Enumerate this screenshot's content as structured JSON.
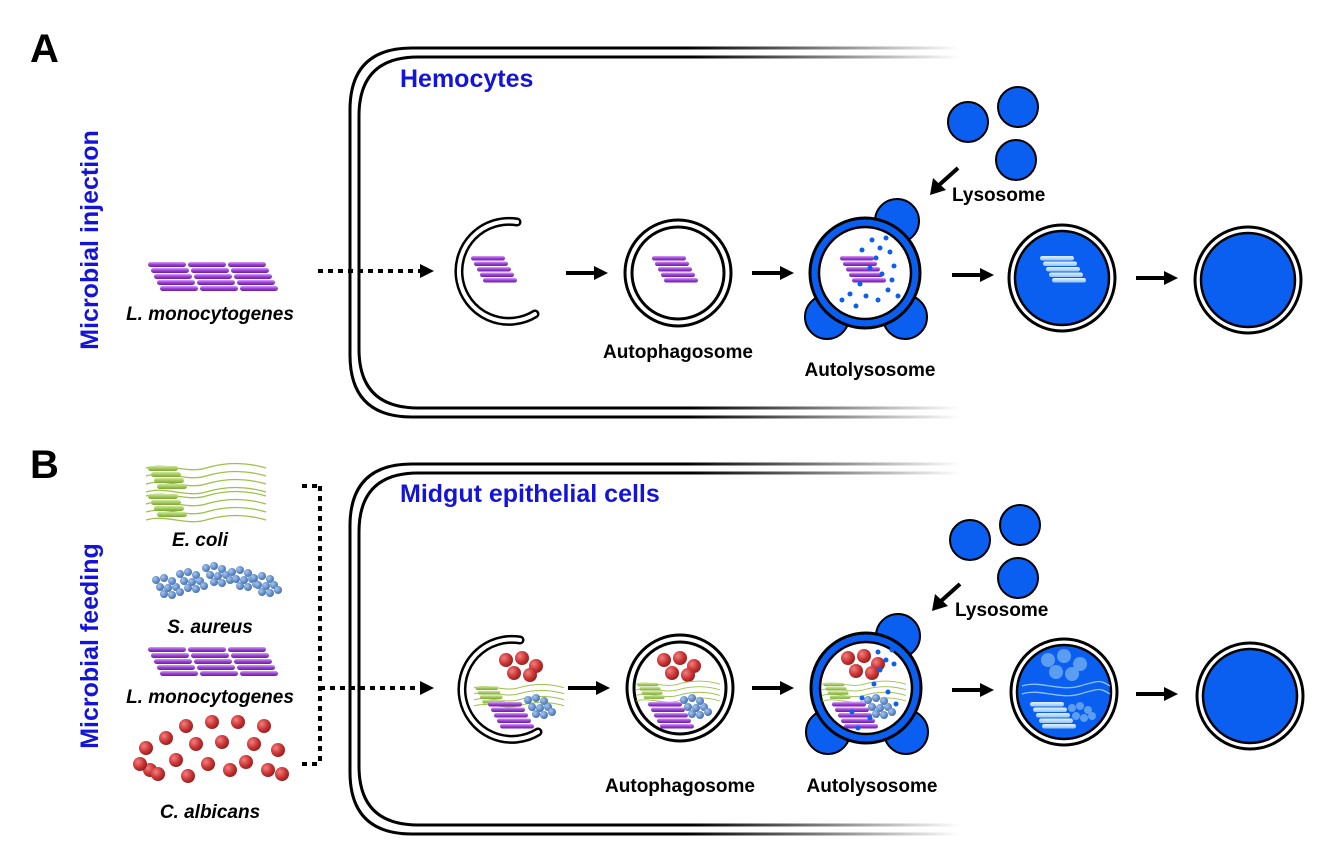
{
  "panel_a": {
    "letter": "A",
    "side_label": "Microbial injection",
    "cell_title": "Hemocytes",
    "microbe": "L. monocytogenes",
    "lysosome": "Lysosome",
    "autophagosome": "Autophagosome",
    "autolysosome": "Autolysosome"
  },
  "panel_b": {
    "letter": "B",
    "side_label": "Microbial feeding",
    "cell_title": "Midgut epithelial cells",
    "microbes": [
      "E. coli",
      "S. aureus",
      "L. monocytogenes",
      "C. albicans"
    ],
    "lysosome": "Lysosome",
    "autophagosome": "Autophagosome",
    "autolysosome": "Autolysosome"
  },
  "colors": {
    "label_blue": "#1414d8",
    "lysosome_blue": "#0a5ff0",
    "listeria_purple": "#9b3fd6",
    "ecoli_green": "#8fbf3a",
    "saureus_blue": "#4f7fc2",
    "calbicans_red": "#cc3333"
  }
}
